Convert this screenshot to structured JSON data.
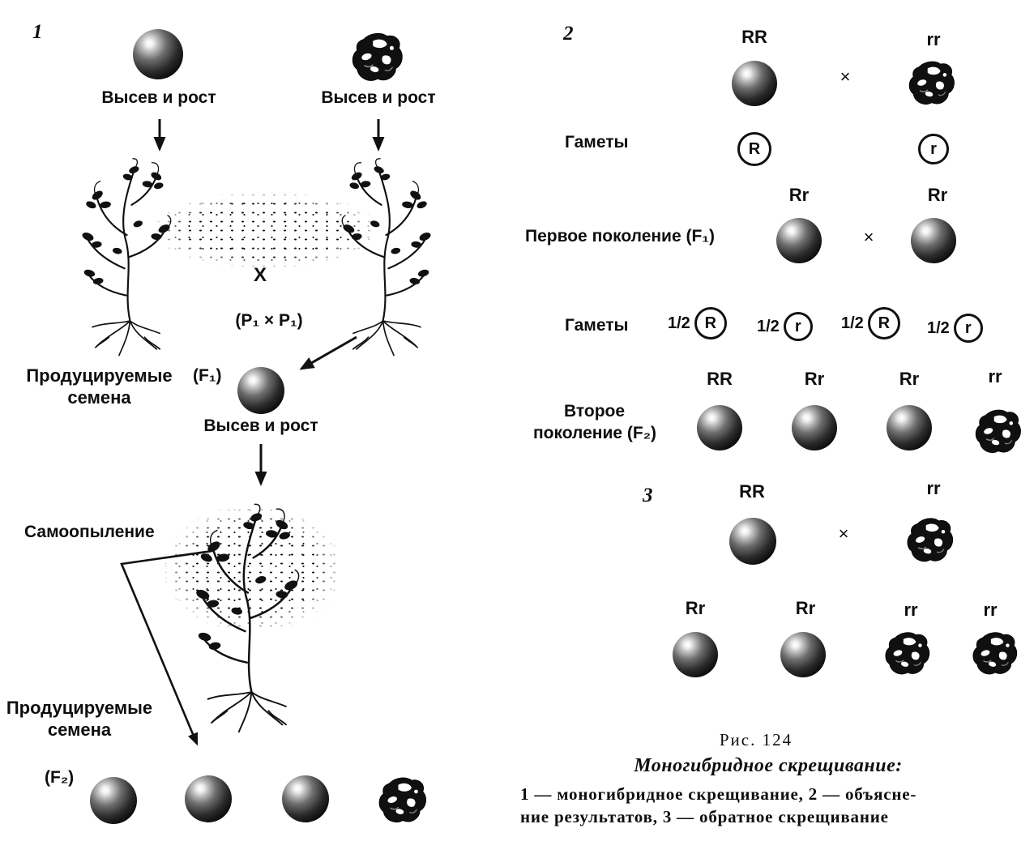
{
  "panel1": {
    "number": "1",
    "sow_grow_left": "Высев и рост",
    "sow_grow_right": "Высев и рост",
    "cross_mark": "X",
    "parents_formula": "(P₁ × P₁)",
    "produced_seeds_top_line1": "Продуцируемые",
    "produced_seeds_top_line2": "семена",
    "f1_label": "(F₁)",
    "sow_grow_f1": "Высев и рост",
    "self_pollination": "Самоопыление",
    "produced_seeds_bottom_line1": "Продуцируемые",
    "produced_seeds_bottom_line2": "семена",
    "f2_label": "(F₂)"
  },
  "panel2": {
    "number": "2",
    "parent_left_genotype": "RR",
    "parent_right_genotype": "rr",
    "cross_sign_parents": "×",
    "gametes_label_first": "Гаметы",
    "gamete_left": "R",
    "gamete_right": "r",
    "first_generation_label": "Первое поколение (F₁)",
    "f1_left_genotype": "Rr",
    "f1_right_genotype": "Rr",
    "cross_sign_f1": "×",
    "gametes_label_second": "Гаметы",
    "gametes_second": [
      {
        "fraction": "1/2",
        "allele": "R"
      },
      {
        "fraction": "1/2",
        "allele": "r"
      },
      {
        "fraction": "1/2",
        "allele": "R"
      },
      {
        "fraction": "1/2",
        "allele": "r"
      }
    ],
    "second_generation_label_line1": "Второе",
    "second_generation_label_line2": "поколение (F₂)",
    "f2_genotypes": [
      "RR",
      "Rr",
      "Rr",
      "rr"
    ]
  },
  "panel3": {
    "number": "3",
    "parent_left_genotype": "RR",
    "parent_right_genotype": "rr",
    "cross_sign": "×",
    "offspring_genotypes": [
      "Rr",
      "Rr",
      "rr",
      "rr"
    ]
  },
  "caption": {
    "figure_number": "Рис. 124",
    "title": "Моногибридное скрещивание:",
    "legend_line1": "1 — моногибридное скрещивание, 2 — объясне-",
    "legend_line2": "ние результатов, 3 — обратное скрещивание"
  }
}
